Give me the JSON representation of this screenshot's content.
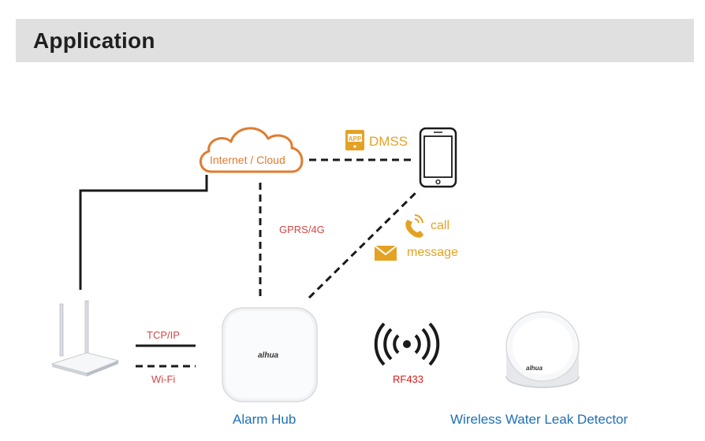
{
  "header": {
    "title": "Application"
  },
  "diagram": {
    "cloud_label": "Internet / Cloud",
    "app_badge": "APP",
    "app_label": "DMSS",
    "gprs_label": "GPRS/4G",
    "call_label": "call",
    "message_label": "message",
    "tcp_label": "TCP/IP",
    "wifi_label": "Wi-Fi",
    "rf_label": "RF433",
    "hub_brand": "alhua",
    "detector_brand": "alhua",
    "hub_caption": "Alarm Hub",
    "detector_caption": "Wireless Water Leak Detector"
  },
  "colors": {
    "header_bg": "#e0e0e0",
    "cloud_orange": "#e07c2e",
    "accent_gold": "#e4a224",
    "label_red": "#d64545",
    "caption_blue": "#1f6fb5"
  },
  "icons": [
    "cloud-icon",
    "smartphone-icon",
    "app-icon",
    "phone-call-icon",
    "envelope-icon",
    "router-icon",
    "alarm-hub-icon",
    "rf-signal-icon",
    "leak-detector-icon"
  ]
}
